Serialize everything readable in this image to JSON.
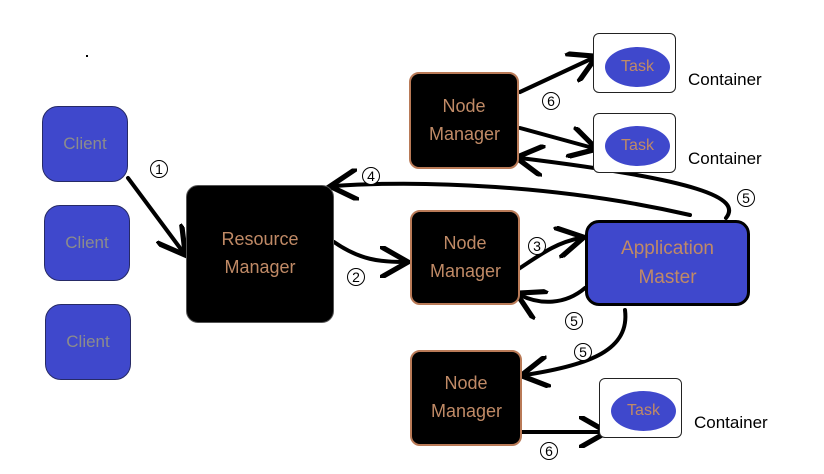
{
  "clients": [
    "Client",
    "Client",
    "Client"
  ],
  "resource_manager": "Resource Manager",
  "node_manager": "Node Manager",
  "application_master": "Application Master",
  "task": "Task",
  "container": "Container",
  "steps": {
    "s1": "1",
    "s2": "2",
    "s3": "3",
    "s4": "4",
    "s5": "5",
    "s6": "6"
  },
  "colors": {
    "client_fill": "#3f48cc",
    "node_fill": "#000000",
    "node_border": "#b97a57",
    "label_text": "#c08a66",
    "arrow": "#000000"
  }
}
